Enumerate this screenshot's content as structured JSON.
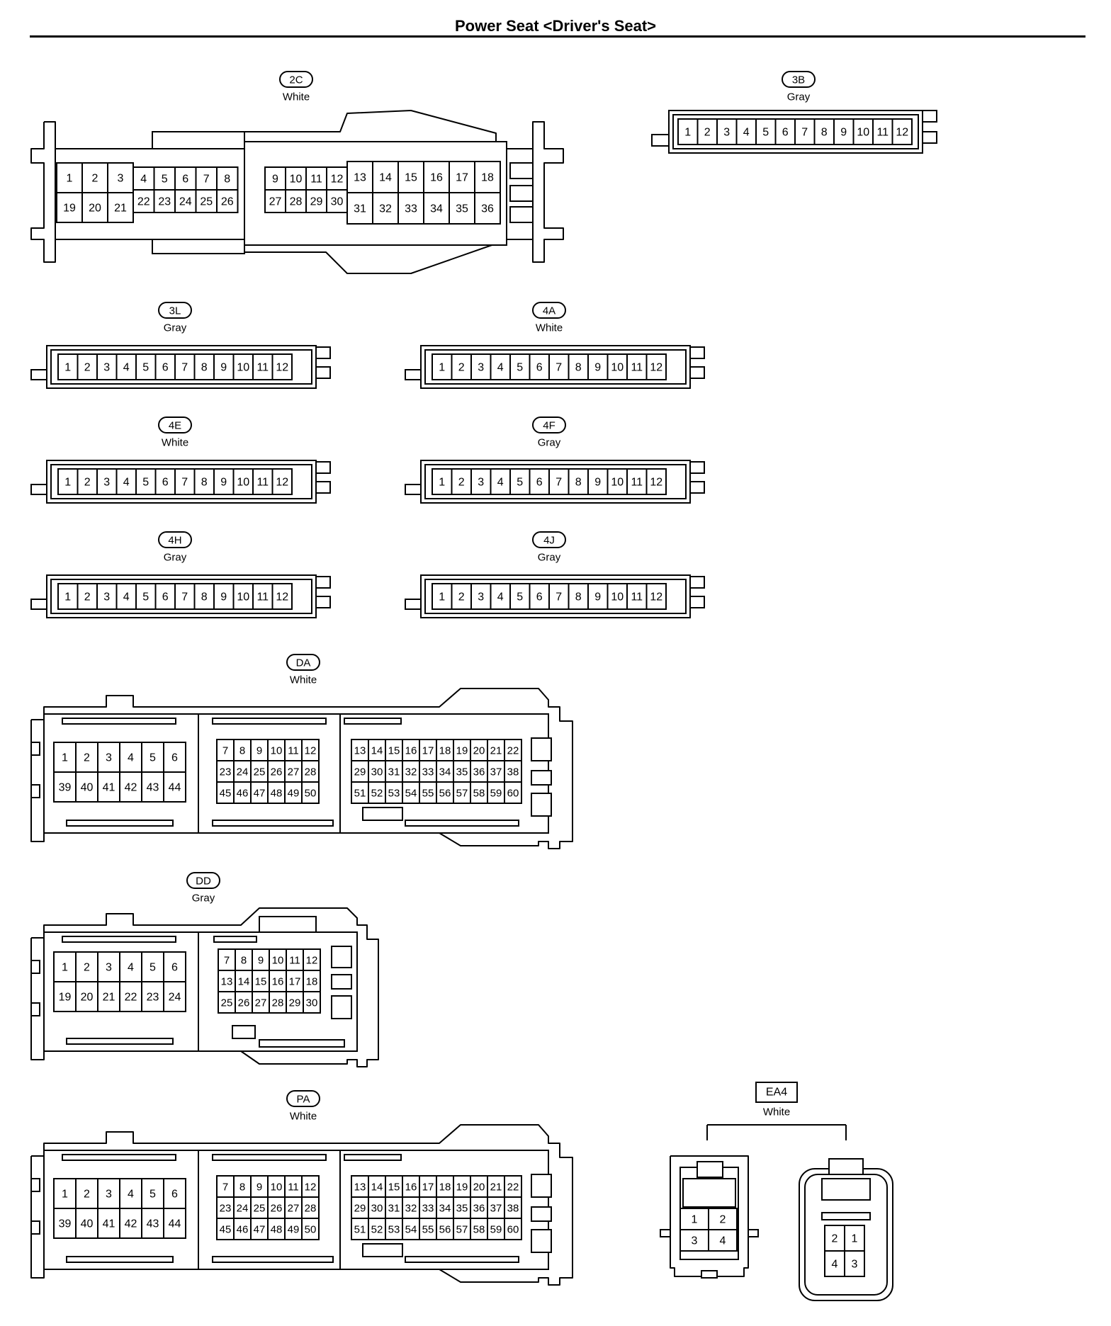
{
  "title": "Power Seat <Driver's Seat>",
  "connectors": [
    {
      "id": "2C",
      "color": "White",
      "pins": [
        "1",
        "2",
        "3",
        "4",
        "5",
        "6",
        "7",
        "8",
        "9",
        "10",
        "11",
        "12",
        "13",
        "14",
        "15",
        "16",
        "17",
        "18",
        "19",
        "20",
        "21",
        "22",
        "23",
        "24",
        "25",
        "26",
        "27",
        "28",
        "29",
        "30",
        "31",
        "32",
        "33",
        "34",
        "35",
        "36"
      ]
    },
    {
      "id": "3B",
      "color": "Gray",
      "pins": [
        "1",
        "2",
        "3",
        "4",
        "5",
        "6",
        "7",
        "8",
        "9",
        "10",
        "11",
        "12"
      ]
    },
    {
      "id": "3L",
      "color": "Gray",
      "pins": [
        "1",
        "2",
        "3",
        "4",
        "5",
        "6",
        "7",
        "8",
        "9",
        "10",
        "11",
        "12"
      ]
    },
    {
      "id": "4A",
      "color": "White",
      "pins": [
        "1",
        "2",
        "3",
        "4",
        "5",
        "6",
        "7",
        "8",
        "9",
        "10",
        "11",
        "12"
      ]
    },
    {
      "id": "4E",
      "color": "White",
      "pins": [
        "1",
        "2",
        "3",
        "4",
        "5",
        "6",
        "7",
        "8",
        "9",
        "10",
        "11",
        "12"
      ]
    },
    {
      "id": "4F",
      "color": "Gray",
      "pins": [
        "1",
        "2",
        "3",
        "4",
        "5",
        "6",
        "7",
        "8",
        "9",
        "10",
        "11",
        "12"
      ]
    },
    {
      "id": "4H",
      "color": "Gray",
      "pins": [
        "1",
        "2",
        "3",
        "4",
        "5",
        "6",
        "7",
        "8",
        "9",
        "10",
        "11",
        "12"
      ]
    },
    {
      "id": "4J",
      "color": "Gray",
      "pins": [
        "1",
        "2",
        "3",
        "4",
        "5",
        "6",
        "7",
        "8",
        "9",
        "10",
        "11",
        "12"
      ]
    },
    {
      "id": "DA",
      "color": "White",
      "pins": [
        "1",
        "2",
        "3",
        "4",
        "5",
        "6",
        "7",
        "8",
        "9",
        "10",
        "11",
        "12",
        "13",
        "14",
        "15",
        "16",
        "17",
        "18",
        "19",
        "20",
        "21",
        "22",
        "23",
        "24",
        "25",
        "26",
        "27",
        "28",
        "29",
        "30",
        "31",
        "32",
        "33",
        "34",
        "35",
        "36",
        "37",
        "38",
        "39",
        "40",
        "41",
        "42",
        "43",
        "44",
        "45",
        "46",
        "47",
        "48",
        "49",
        "50",
        "51",
        "52",
        "53",
        "54",
        "55",
        "56",
        "57",
        "58",
        "59",
        "60"
      ]
    },
    {
      "id": "DD",
      "color": "Gray",
      "pins": [
        "1",
        "2",
        "3",
        "4",
        "5",
        "6",
        "7",
        "8",
        "9",
        "10",
        "11",
        "12",
        "13",
        "14",
        "15",
        "16",
        "17",
        "18",
        "19",
        "20",
        "21",
        "22",
        "23",
        "24",
        "25",
        "26",
        "27",
        "28",
        "29",
        "30"
      ]
    },
    {
      "id": "PA",
      "color": "White",
      "pins": [
        "1",
        "2",
        "3",
        "4",
        "5",
        "6",
        "7",
        "8",
        "9",
        "10",
        "11",
        "12",
        "13",
        "14",
        "15",
        "16",
        "17",
        "18",
        "19",
        "20",
        "21",
        "22",
        "23",
        "24",
        "25",
        "26",
        "27",
        "28",
        "29",
        "30",
        "31",
        "32",
        "33",
        "34",
        "35",
        "36",
        "37",
        "38",
        "39",
        "40",
        "41",
        "42",
        "43",
        "44",
        "45",
        "46",
        "47",
        "48",
        "49",
        "50",
        "51",
        "52",
        "53",
        "54",
        "55",
        "56",
        "57",
        "58",
        "59",
        "60"
      ]
    },
    {
      "id": "EA4",
      "color": "White",
      "pins": [
        "1",
        "2",
        "3",
        "4"
      ]
    }
  ]
}
